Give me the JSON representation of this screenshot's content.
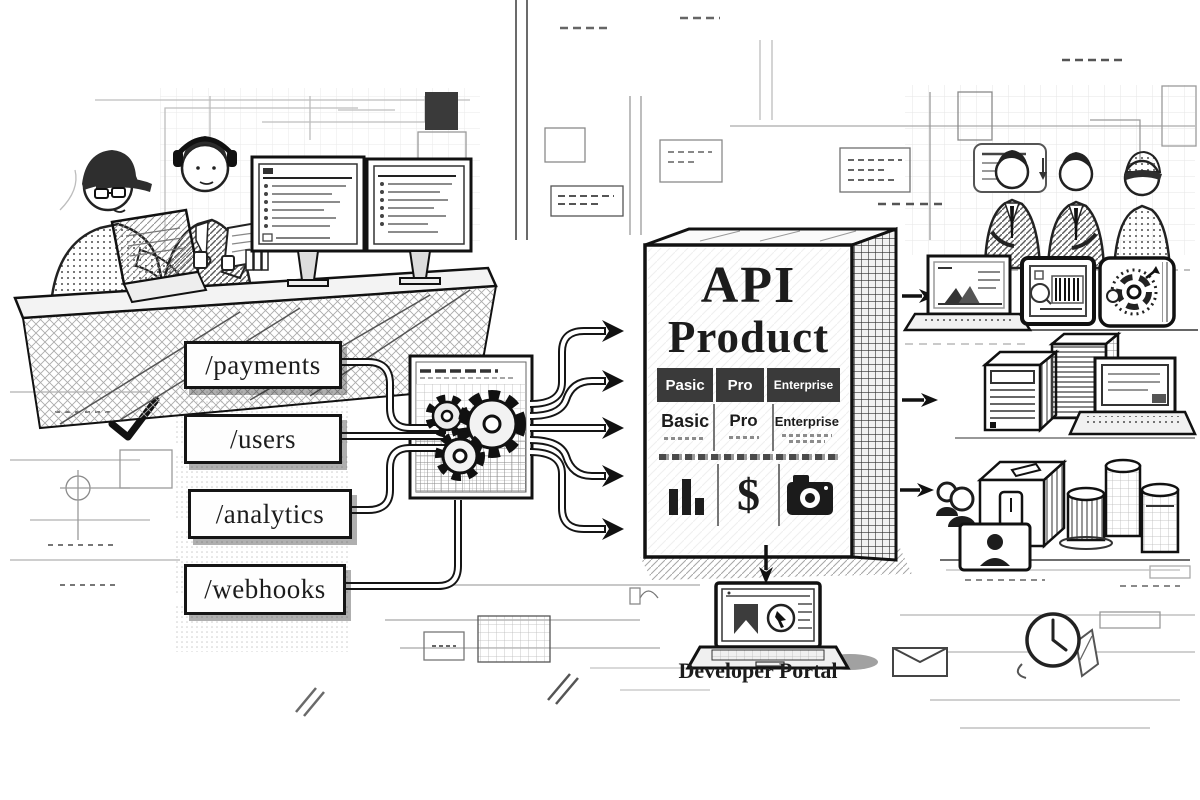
{
  "colors": {
    "ink": "#1c1c1c",
    "paper": "#ffffff",
    "tier_header_bg": "#3a3a3a",
    "tier_header_text": "#ffffff"
  },
  "endpoints": {
    "items": [
      {
        "label": "/payments"
      },
      {
        "label": "/users"
      },
      {
        "label": "/analytics"
      },
      {
        "label": "/webhooks"
      }
    ]
  },
  "gear_panel": {
    "icon": "gears-icon"
  },
  "api_product": {
    "title_line1": "API",
    "title_line2": "Product",
    "tier_tabs": [
      "Pasic",
      "Pro",
      "Enterprise"
    ],
    "tier_columns": [
      "Basic",
      "Pro",
      "Enterprise"
    ],
    "feature_icons": [
      "bar-chart-icon",
      "dollar-icon",
      "camera-icon"
    ],
    "dollar_glyph": "$"
  },
  "developer_portal": {
    "label": "Developer Portal",
    "icon": "laptop-icon"
  },
  "consumers": {
    "top": [
      "laptop-chart-icon",
      "tablet-barcode-icon",
      "target-device-icon"
    ],
    "middle": [
      "server-towers-icon",
      "laptop-icon"
    ],
    "bottom": [
      "people-icon",
      "package-box-icon",
      "id-card-icon",
      "database-cylinders-icon"
    ]
  },
  "scenes": {
    "left": "developers-at-desk",
    "right": "business-team-discussion"
  },
  "decorations": [
    "checkmark-icon",
    "clock-icon",
    "envelope-icon",
    "schematic-sketch-lines"
  ]
}
